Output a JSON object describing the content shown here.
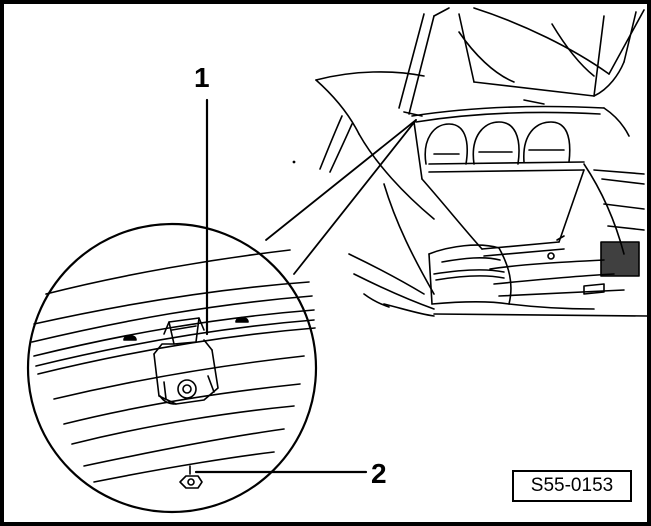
{
  "callouts": {
    "item_1": "1",
    "item_2": "2"
  },
  "figure_ref": "S55-0153"
}
